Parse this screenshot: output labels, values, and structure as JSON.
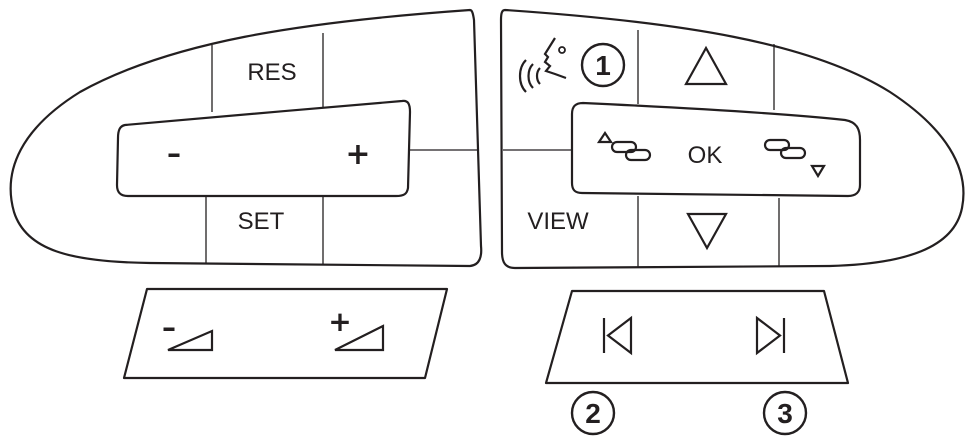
{
  "left_control": {
    "res_label": "RES",
    "set_label": "SET",
    "minus_label": "–",
    "plus_label": "+"
  },
  "right_control": {
    "view_label": "VIEW",
    "ok_label": "OK",
    "up_icon": "triangle-up-icon",
    "down_icon": "triangle-down-icon",
    "voice_icon": "voice-command-icon",
    "prev_screen_icon": "link-prev-icon",
    "next_screen_icon": "link-next-icon"
  },
  "volume_control": {
    "decrease_label": "–",
    "increase_label": "+"
  },
  "track_control": {
    "previous_icon": "skip-previous-icon",
    "next_icon": "skip-next-icon"
  },
  "callouts": [
    "1",
    "2",
    "3"
  ]
}
